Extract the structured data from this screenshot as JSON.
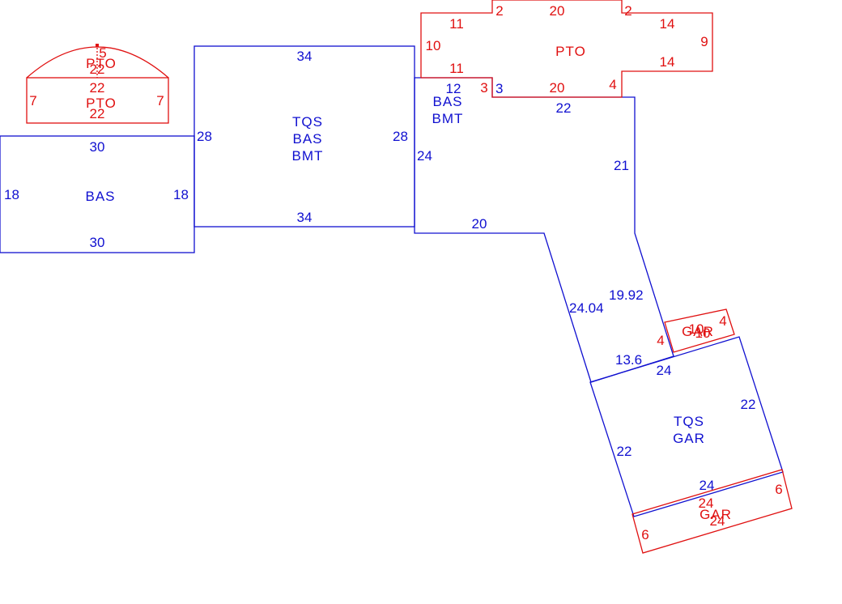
{
  "colors": {
    "living_area": "#1010d0",
    "other_area": "#e01010",
    "background": "#ffffff"
  },
  "areas": {
    "bas_left": {
      "code": "BAS",
      "top": "30",
      "bottom": "30",
      "left": "18",
      "right": "18"
    },
    "tqs_center": {
      "codes": [
        "TQS",
        "BAS",
        "BMT"
      ],
      "top": "34",
      "bottom": "34",
      "left": "28",
      "right": "28"
    },
    "bmt_right": {
      "codes": [
        "BAS",
        "BMT"
      ],
      "dims": [
        "12",
        "3",
        "22",
        "21",
        "24",
        "20",
        "19.92",
        "24.04",
        "13.6"
      ]
    },
    "tqs_gar": {
      "codes": [
        "TQS",
        "GAR"
      ],
      "dims": [
        "24",
        "22",
        "22",
        "24"
      ]
    },
    "pto_top_right": {
      "code": "PTO",
      "dims": [
        "11",
        "2",
        "20",
        "2",
        "14",
        "9",
        "14",
        "4",
        "20",
        "3",
        "11",
        "10"
      ]
    },
    "pto_small": {
      "code": "PTO",
      "dims": [
        "22",
        "7",
        "7",
        "22"
      ]
    },
    "pto_arc": {
      "code": "PTO",
      "dims": [
        "5",
        "22"
      ]
    },
    "gar_small": {
      "code": "GAR",
      "dims": [
        "10",
        "4",
        "10",
        "4"
      ]
    },
    "gar_bottom": {
      "code": "GAR",
      "dims": [
        "24",
        "6",
        "24",
        "6"
      ]
    }
  }
}
